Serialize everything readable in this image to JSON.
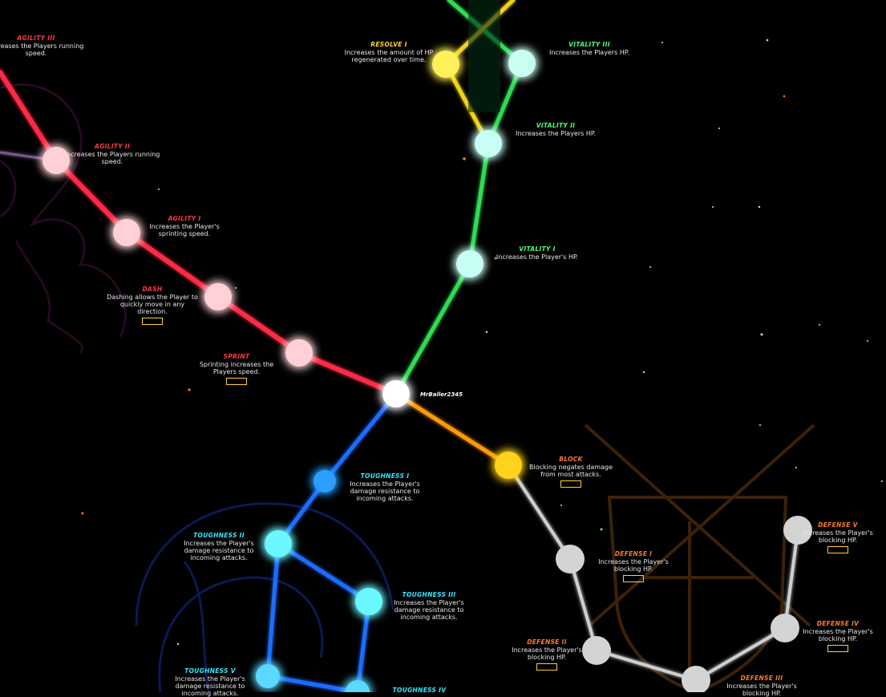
{
  "player": {
    "name": "MrBaller2345"
  },
  "nodes": [
    {
      "id": "agility3",
      "title": "AGILITY III",
      "desc": "Increases the Players running speed.",
      "color": "red"
    },
    {
      "id": "agility2",
      "title": "AGILITY II",
      "desc": "Increases the Players running speed.",
      "color": "red"
    },
    {
      "id": "agility1",
      "title": "AGILITY I",
      "desc": "Increases the Player's sprinting speed.",
      "color": "red"
    },
    {
      "id": "dash",
      "title": "DASH",
      "desc": "Dashing allows the Player to quickly move in any direction.",
      "color": "red",
      "button": true
    },
    {
      "id": "sprint",
      "title": "SPRINT",
      "desc": "Sprinting increases the Players speed.",
      "color": "red",
      "button": true
    },
    {
      "id": "resolve1",
      "title": "RESOLVE I",
      "desc": "Increases the amount of HP regenerated over time.",
      "color": "gold"
    },
    {
      "id": "vitality3",
      "title": "VITALITY III",
      "desc": "Increases the Players HP.",
      "color": "green"
    },
    {
      "id": "vitality2",
      "title": "VITALITY II",
      "desc": "Increases the Players HP.",
      "color": "green"
    },
    {
      "id": "vitality1",
      "title": "VITALITY I",
      "desc": "Increases the Player's HP.",
      "color": "green"
    },
    {
      "id": "block",
      "title": "BLOCK",
      "desc": "Blocking negates damage from most attacks.",
      "color": "orange",
      "button": true
    },
    {
      "id": "defense1",
      "title": "DEFENSE I",
      "desc": "Increases the Player's blocking HP.",
      "color": "orange",
      "button": true
    },
    {
      "id": "defense2",
      "title": "DEFENSE II",
      "desc": "Increases the Player's blocking HP.",
      "color": "orange",
      "button": true
    },
    {
      "id": "defense3",
      "title": "DEFENSE III",
      "desc": "Increases the Player's blocking HP.",
      "color": "orange"
    },
    {
      "id": "defense4",
      "title": "DEFENSE IV",
      "desc": "Increases the Player's blocking HP.",
      "color": "orange",
      "button": true
    },
    {
      "id": "defense5",
      "title": "DEFENSE V",
      "desc": "Increases the Player's blocking HP.",
      "color": "orange",
      "button": true
    },
    {
      "id": "toughness1",
      "title": "TOUGHNESS I",
      "desc": "Increases the Player's damage resistance to incoming attacks.",
      "color": "cyan"
    },
    {
      "id": "toughness2",
      "title": "TOUGHNESS II",
      "desc": "Increases the Player's damage resistance to incoming attacks.",
      "color": "cyan"
    },
    {
      "id": "toughness3",
      "title": "TOUGHNESS III",
      "desc": "Increases the Player's damage resistance to incoming attacks.",
      "color": "cyan"
    },
    {
      "id": "toughness4",
      "title": "TOUGHNESS IV",
      "desc": "",
      "color": "cyan"
    },
    {
      "id": "toughness5",
      "title": "TOUGHNESS V",
      "desc": "Increases the Player's damage resistance to incoming attacks.",
      "color": "cyan"
    }
  ],
  "colors": {
    "red": "#ff2a45",
    "green": "#2ddc55",
    "gold": "#ffe21a",
    "cyan": "#2af0ff",
    "blue": "#1a6dff",
    "orange": "#ff9a10",
    "white": "#ffffff",
    "gray": "#d8d8d8"
  }
}
